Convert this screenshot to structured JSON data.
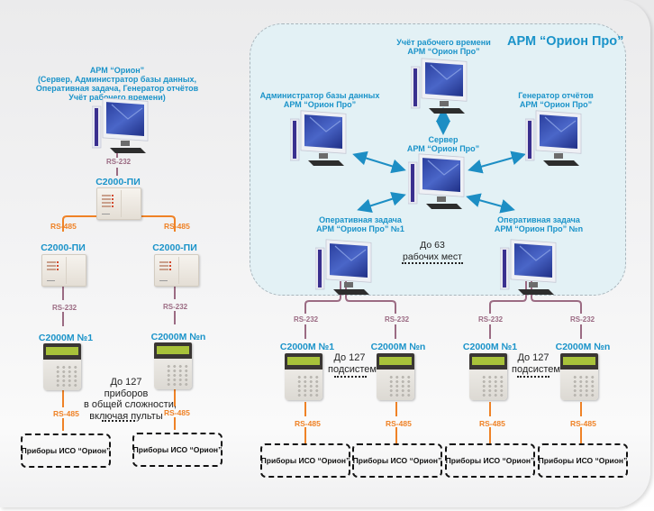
{
  "left_section": {
    "top_workstation_label": [
      "АРМ “Орион”",
      "(Сервер, Администратор базы данных,",
      "Оперативная задача, Генератор отчётов",
      "Учёт рабочего времени)"
    ],
    "rs232_top": "RS-232",
    "converter_top": "С2000-ПИ",
    "rs485_left": "RS-485",
    "rs485_right": "RS-485",
    "converter_left": "С2000-ПИ",
    "converter_right": "С2000-ПИ",
    "rs232_left": "RS-232",
    "rs232_right": "RS-232",
    "console_left": "С2000М №1",
    "console_right": "С2000М №n",
    "rs485_bottom_left": "RS-485",
    "rs485_bottom_right": "RS-485",
    "note": [
      "До 127",
      "приборов",
      "в общей сложности,",
      "включая пульты"
    ],
    "iso_left": "Приборы ИСО “Орион”",
    "iso_right": "Приборы ИСО “Орион”"
  },
  "right_section": {
    "title": "АРМ “Орион Про”",
    "time_tracking": [
      "Учёт рабочего времени",
      "АРМ “Орион Про”"
    ],
    "db_admin": [
      "Администратор базы данных",
      "АРМ “Орион Про”"
    ],
    "report_gen": [
      "Генератор отчётов",
      "АРМ “Орион Про”"
    ],
    "server": [
      "Сервер",
      "АРМ “Орион Про”"
    ],
    "op_task_1": [
      "Оперативная задача",
      "АРМ “Орион Про”  №1"
    ],
    "op_task_n": [
      "Оперативная задача",
      "АРМ “Орион Про”  №n"
    ],
    "workplaces_note": [
      "До 63",
      "рабочих мест"
    ],
    "groups": [
      {
        "rs232_a": "RS-232",
        "rs232_b": "RS-232",
        "console_a": "С2000М №1",
        "console_b": "С2000М №n",
        "note": [
          "До 127",
          "подсистем"
        ],
        "rs485_a": "RS-485",
        "rs485_b": "RS-485",
        "iso_a": "Приборы ИСО “Орион”",
        "iso_b": "Приборы ИСО “Орион”"
      },
      {
        "rs232_a": "RS-232",
        "rs232_b": "RS-232",
        "console_a": "С2000М №1",
        "console_b": "С2000М №n",
        "note": [
          "До 127",
          "подсистем"
        ],
        "rs485_a": "RS-485",
        "rs485_b": "RS-485",
        "iso_a": "Приборы ИСО “Орион”",
        "iso_b": "Приборы ИСО “Орион”"
      }
    ]
  },
  "colors": {
    "label_blue": "#1a93c9",
    "rs232_line": "#9b6b83",
    "rs485_line": "#ef8226",
    "arrow_blue": "#1d8ec4",
    "region_fill": "#e3f1f5"
  }
}
